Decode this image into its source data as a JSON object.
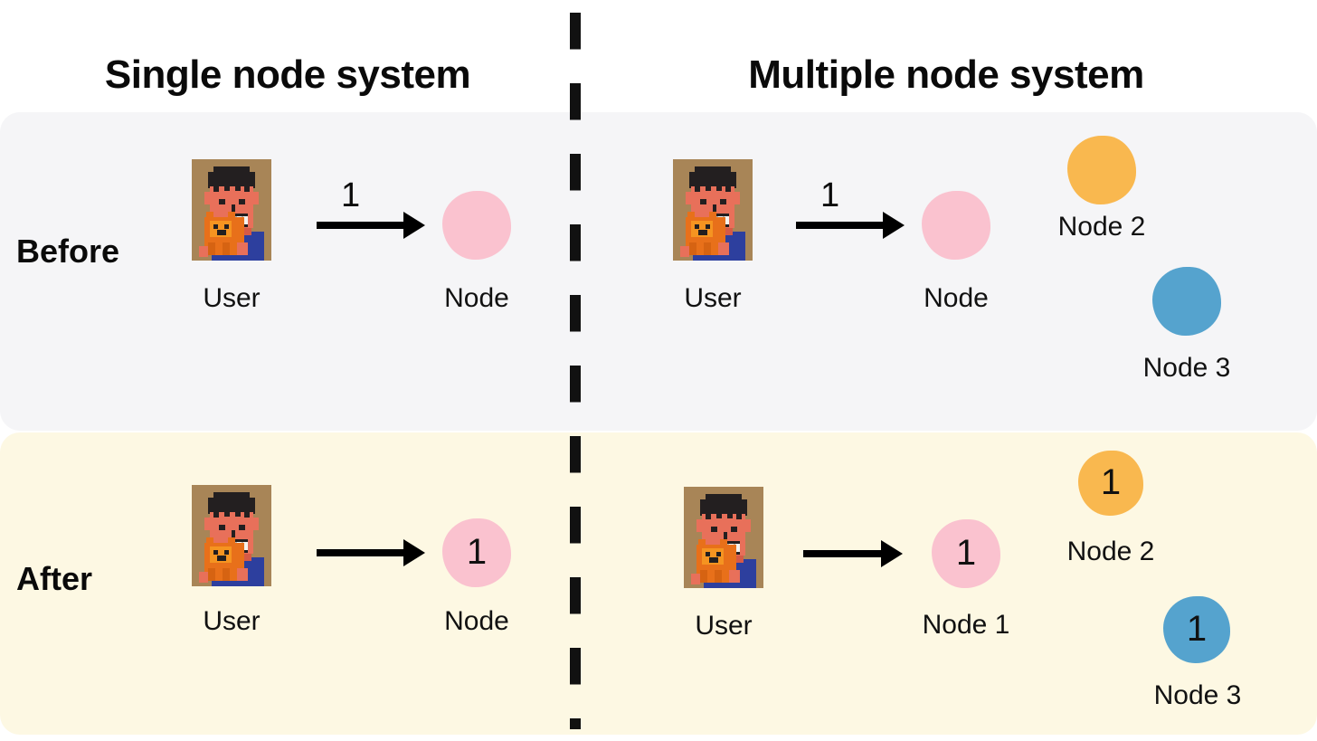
{
  "columns": {
    "left_title": "Single node system",
    "right_title": "Multiple node system"
  },
  "rows": {
    "before_label": "Before",
    "after_label": "After"
  },
  "colors": {
    "panel_before_bg": "#f5f5f7",
    "panel_after_bg": "#fdf8e3",
    "node1_pink": "#fac2cf",
    "node2_orange": "#f9b84f",
    "node3_blue": "#55a3ce",
    "divider": "#111111",
    "text": "#0a0a0a"
  },
  "before": {
    "single": {
      "user_label": "User",
      "arrow_count": "1",
      "node": {
        "caption": "Node",
        "count": "",
        "color": "#fac2cf"
      }
    },
    "multiple": {
      "user_label": "User",
      "arrow_count": "1",
      "nodes": [
        {
          "caption": "Node",
          "count": "",
          "color": "#fac2cf"
        },
        {
          "caption": "Node 2",
          "count": "",
          "color": "#f9b84f"
        },
        {
          "caption": "Node 3",
          "count": "",
          "color": "#55a3ce"
        }
      ]
    }
  },
  "after": {
    "single": {
      "user_label": "User",
      "arrow_count": "",
      "node": {
        "caption": "Node",
        "count": "1",
        "color": "#fac2cf"
      }
    },
    "multiple": {
      "user_label": "User",
      "arrow_count": "",
      "nodes": [
        {
          "caption": "Node 1",
          "count": "1",
          "color": "#fac2cf"
        },
        {
          "caption": "Node 2",
          "count": "1",
          "color": "#f9b84f"
        },
        {
          "caption": "Node 3",
          "count": "1",
          "color": "#55a3ce"
        }
      ]
    }
  },
  "icons": {
    "user_avatar": "user-avatar-pixelart-icon",
    "arrow": "arrow-right-icon"
  }
}
